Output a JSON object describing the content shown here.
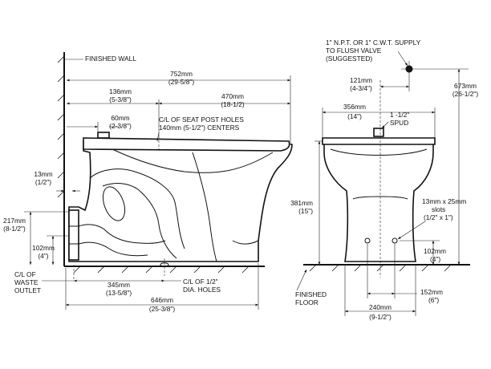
{
  "side_view": {
    "finished_wall": "FINISHED WALL",
    "overall_depth": {
      "mm": "752mm",
      "in": "(29-5/8\")"
    },
    "seat_offset": {
      "mm": "136mm",
      "in": "(5-3/8\")"
    },
    "bowl_front": {
      "mm": "470mm",
      "in": "(18-1/2)"
    },
    "seat_post_depth": {
      "mm": "60mm",
      "in": "(2-3/8\")"
    },
    "seat_post_note": {
      "line1": "C/L OF SEAT POST HOLES",
      "line2": "140mm (5-1/2\") CENTERS"
    },
    "wall_gap": {
      "mm": "13mm",
      "in": "(1/2\")"
    },
    "outlet_height": {
      "mm": "217mm",
      "in": "(8-1/2\")"
    },
    "waste_height": {
      "mm": "102mm",
      "in": "(4\")"
    },
    "waste_outlet": {
      "line1": "C/L OF",
      "line2": "WASTE",
      "line3": "OUTLET"
    },
    "bolt_spacing": {
      "mm": "345mm",
      "in": "(13-5/8\")"
    },
    "dia_holes": {
      "line1": "C/L OF 1/2\"",
      "line2": "DIA. HOLES"
    },
    "base_length": {
      "mm": "646mm",
      "in": "(25-3/8\")"
    }
  },
  "front_view": {
    "supply_note": {
      "line1": "1\" N.P.T. OR 1\" C.W.T. SUPPLY",
      "line2": "TO FLUSH VALVE",
      "line3": "(SUGGESTED)"
    },
    "supply_height": {
      "mm": "673mm",
      "in": "(26-1/2\")"
    },
    "supply_offset": {
      "mm": "121mm",
      "in": "(4-3/4\")"
    },
    "width": {
      "mm": "356mm",
      "in": "(14\")"
    },
    "spud": {
      "line1": "1 -1/2\"",
      "line2": "SPUD"
    },
    "rim_height": {
      "mm": "381mm",
      "in": "(15\")"
    },
    "slots": {
      "line1": "13mm x 25mm",
      "line2": "slots",
      "line3": "(1/2\" x 1\")"
    },
    "slot_height": {
      "mm": "102mm",
      "in": "(4\")"
    },
    "finished_floor": {
      "line1": "FINISHED",
      "line2": "FLOOR"
    },
    "slot_width": {
      "mm": "152mm",
      "in": "(6\")"
    },
    "base_width": {
      "mm": "240mm",
      "in": "(9-1/2\")"
    }
  }
}
